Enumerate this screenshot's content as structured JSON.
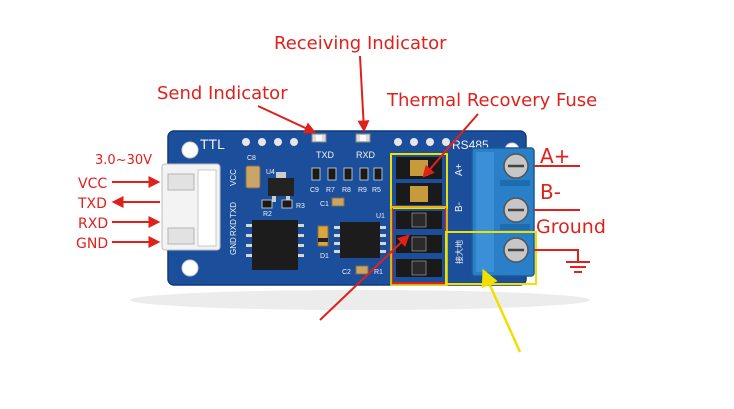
{
  "annotations": {
    "receiving_indicator": "Receiving Indicator",
    "send_indicator": "Send Indicator",
    "thermal_fuse": "Thermal Recovery Fuse",
    "a_plus": "A+",
    "b_minus": "B-",
    "ground": "Ground"
  },
  "left_pins": {
    "voltage": "3.0~30V",
    "vcc": "VCC",
    "txd": "TXD",
    "rxd": "RXD",
    "gnd": "GND"
  },
  "pcb": {
    "ttl": "TTL",
    "rs485": "RS485",
    "txd_led": "TXD",
    "rxd_led": "RXD",
    "u4": "U4",
    "c8": "C8",
    "c9": "C9",
    "r7": "R7",
    "r8": "R8",
    "r9": "R9",
    "r5": "R5",
    "r2": "R2",
    "r3": "R3",
    "c1": "C1",
    "u1": "U1",
    "d1": "D1",
    "c2": "C2",
    "r1": "R1",
    "header_vcc": "VCC",
    "header_txd": "TXD",
    "header_rxd": "RXD",
    "header_gnd": "GND",
    "term_a": "A+",
    "term_b": "B-",
    "term_gnd": "接大地"
  },
  "colors": {
    "annotation_red": "#e0201b",
    "pcb_blue": "#1b4e9b",
    "terminal_blue": "#2a7fc9",
    "highlight_yellow": "#f0e000",
    "highlight_red": "#e0201b"
  }
}
